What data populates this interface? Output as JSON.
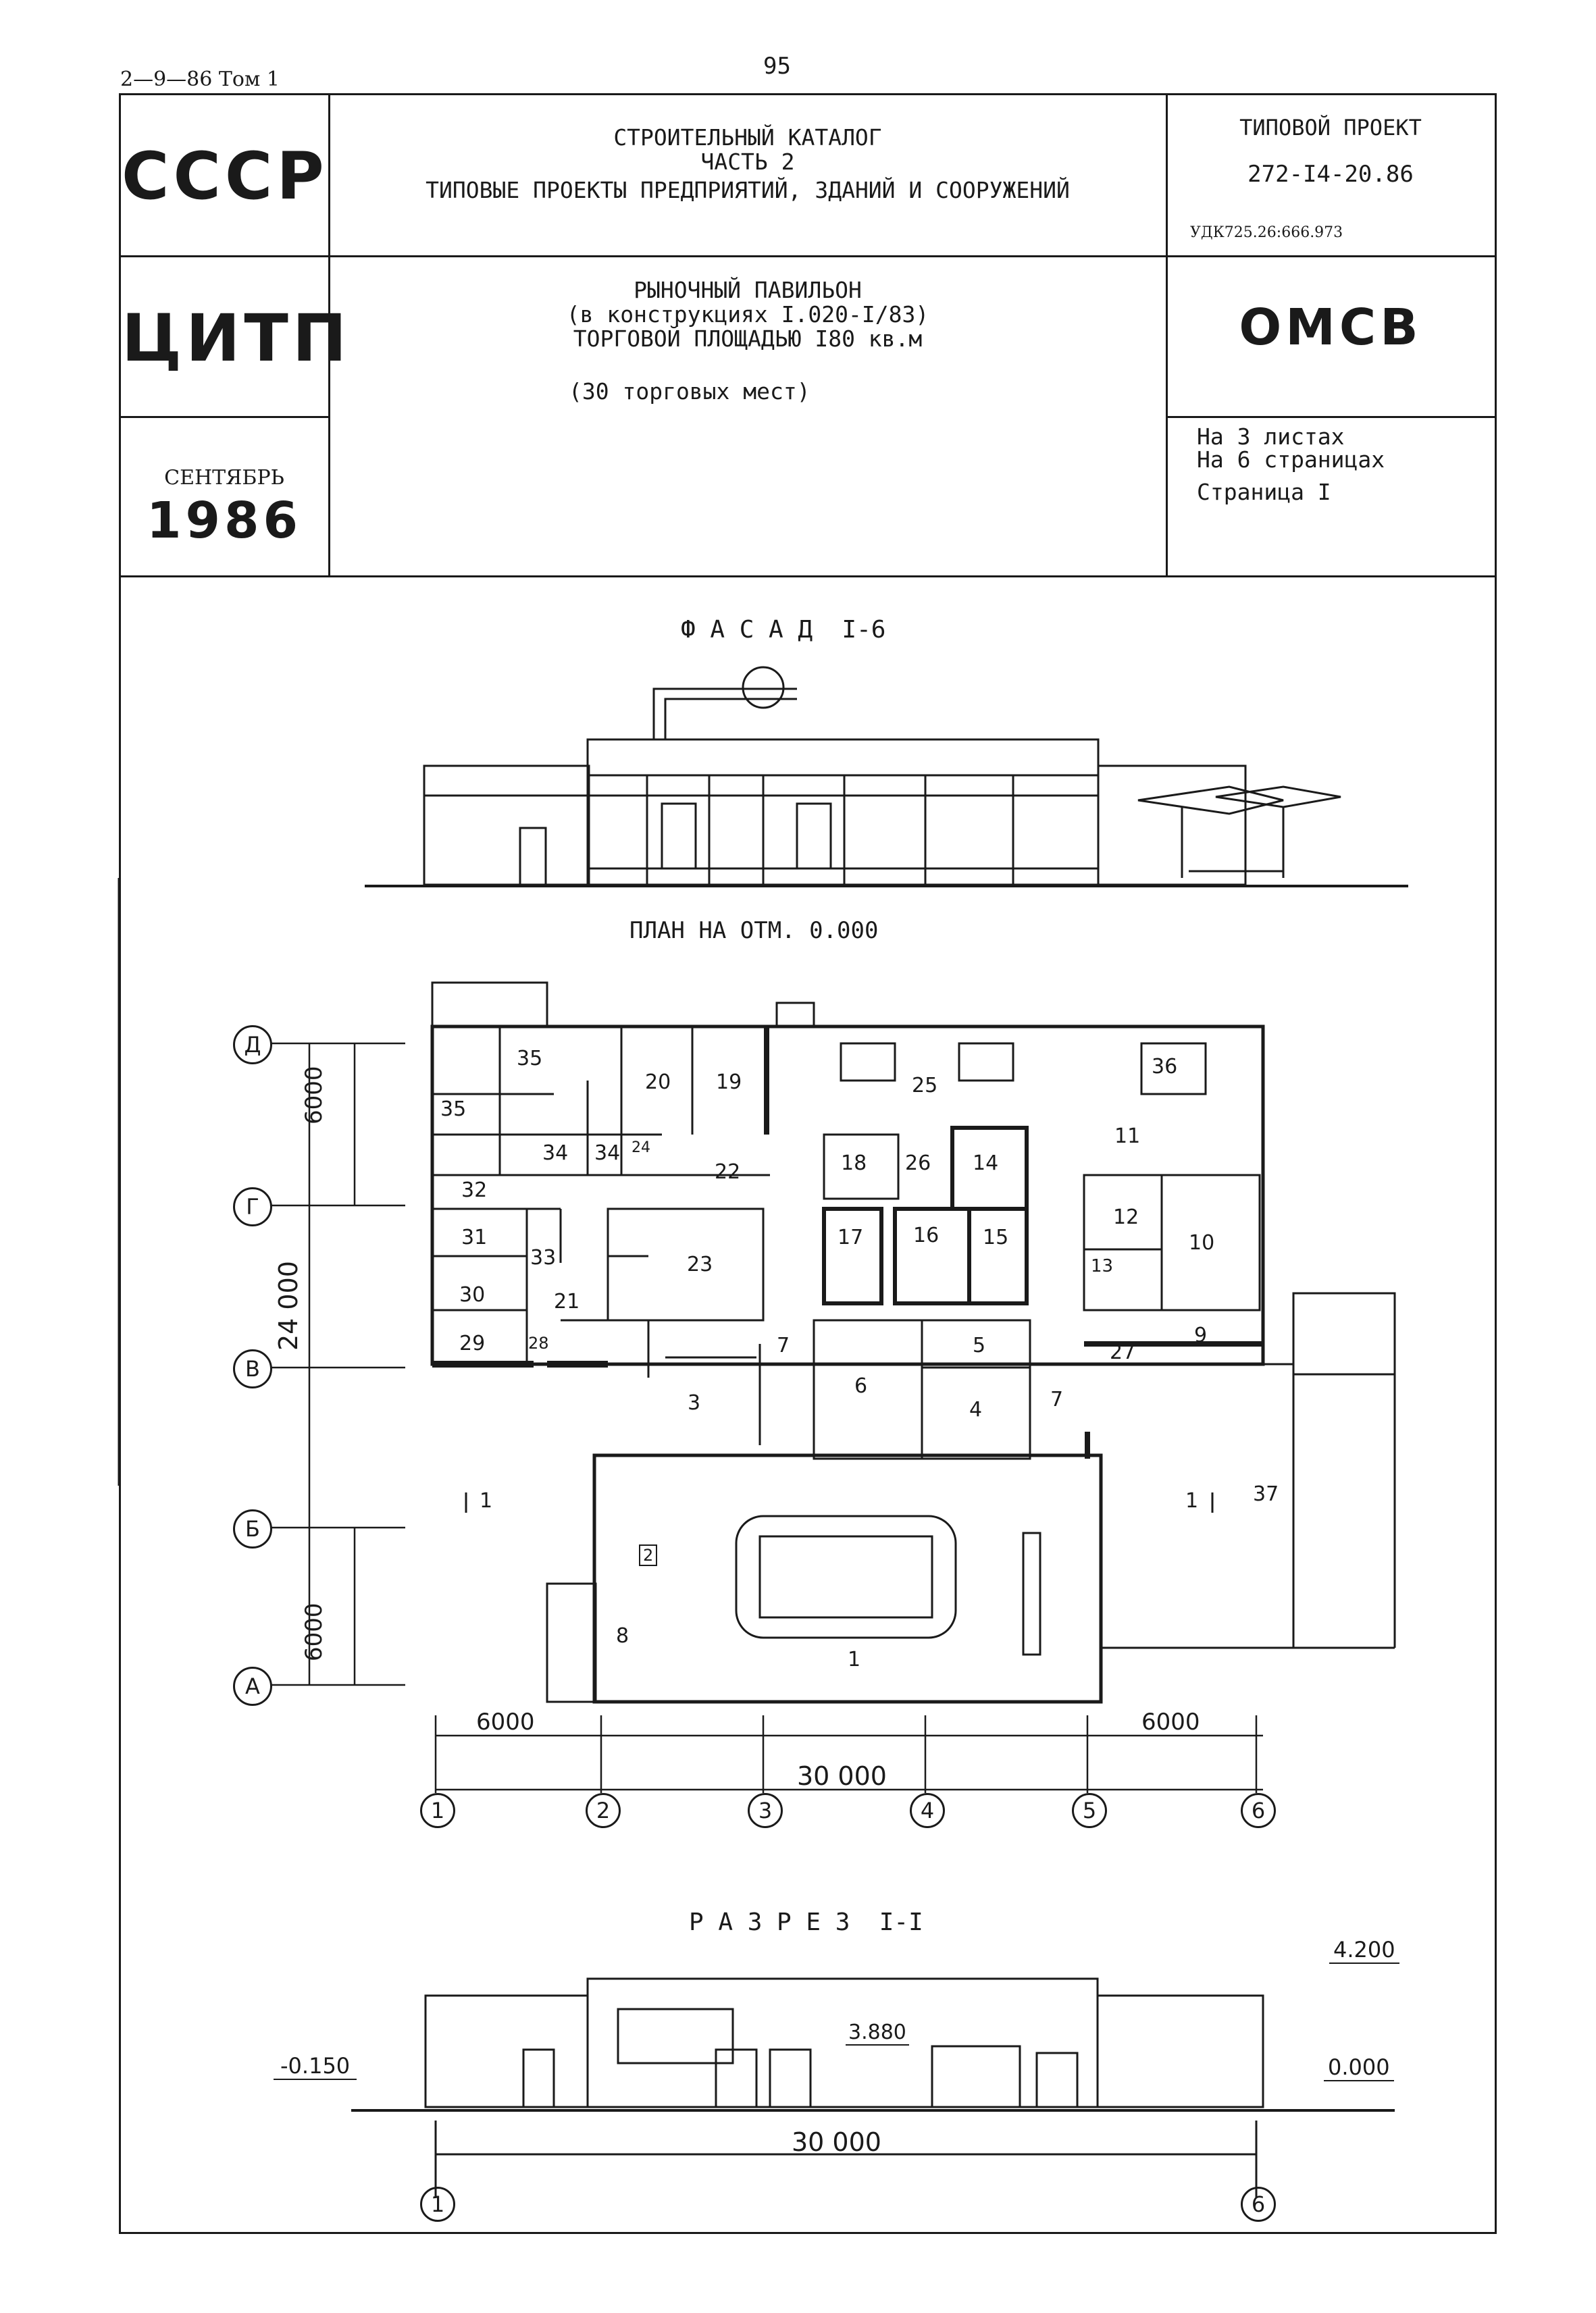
{
  "page_number": "95",
  "series_ref": "2—9—86 Том 1",
  "header": {
    "country": "СССР",
    "org": "ЦИТП",
    "month": "СЕНТЯБРЬ",
    "year": "1986",
    "catalog_line1": "СТРОИТЕЛЬНЫЙ КАТАЛОГ",
    "catalog_line2": "ЧАСТЬ 2",
    "catalog_line3": "ТИПОВЫЕ ПРОЕКТЫ ПРЕДПРИЯТИЙ, ЗДАНИЙ И СООРУЖЕНИЙ",
    "project_type": "ТИПОВОЙ ПРОЕКТ",
    "project_code": "272-I4-20.86",
    "udk": "УДК725.26:666.973",
    "title_line1": "РЫНОЧНЫЙ ПАВИЛЬОН",
    "title_line2": "(в конструкциях I.020-I/83)",
    "title_line3": "ТОРГОВОЙ ПЛОЩАДЬЮ I80 кв.м",
    "title_line4": "(30 торговых мест)",
    "section_code": "ОМСВ",
    "sheets": "На 3 листах",
    "pages": "На 6 страницах",
    "page_label": "Страница I"
  },
  "facade": {
    "title": "Ф А С А Д  I-6"
  },
  "plan": {
    "title": "ПЛАН НА ОТМ. 0.000",
    "row_axes": [
      "Д",
      "Г",
      "В",
      "Б",
      "А"
    ],
    "col_axes": [
      "1",
      "2",
      "3",
      "4",
      "5",
      "6"
    ],
    "dims": {
      "top": "6000",
      "total_v": "24 000",
      "bottom": "6000",
      "left_h": "6000",
      "right_h": "6000",
      "total_h": "30 000"
    },
    "section_mark": "1",
    "rooms": [
      "1",
      "2",
      "3",
      "4",
      "5",
      "6",
      "7",
      "7",
      "8",
      "9",
      "10",
      "11",
      "12",
      "13",
      "14",
      "15",
      "16",
      "17",
      "18",
      "19",
      "20",
      "21",
      "22",
      "23",
      "24",
      "25",
      "26",
      "27",
      "28",
      "29",
      "30",
      "31",
      "32",
      "33",
      "34",
      "34",
      "35",
      "35",
      "36",
      "37"
    ]
  },
  "section": {
    "title": "Р А З Р Е З  I-I",
    "level_top": "4.200",
    "level_mid": "3.880",
    "level_zero": "0.000",
    "level_neg": "-0.150",
    "span": "30 000",
    "axis_left": "1",
    "axis_right": "6"
  }
}
